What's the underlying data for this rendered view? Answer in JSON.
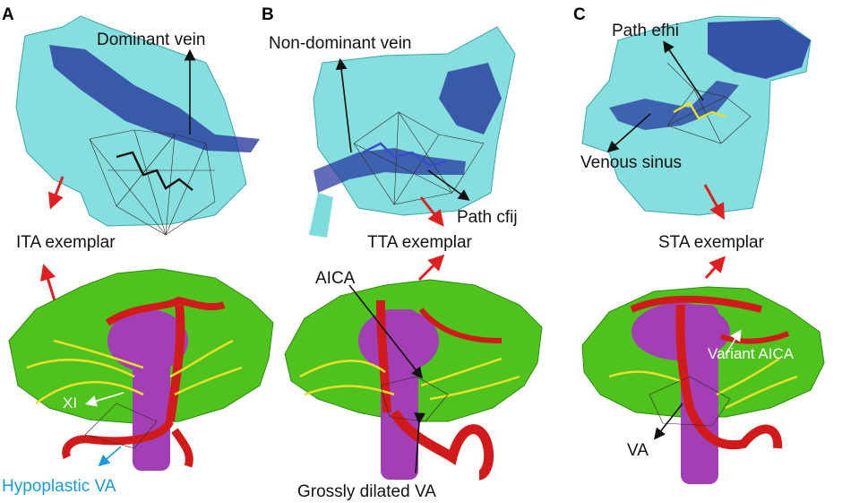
{
  "colors": {
    "cerebellum": "#4fc21e",
    "cerebellum_dark": "#3a9a14",
    "vein_cyan": "#5fd3d3",
    "vein_dark": "#1f2e9a",
    "artery": "#d11a1a",
    "brainstem": "#a23fb5",
    "nerve": "#e8e02a",
    "arrow_red": "#e02020",
    "label_blue": "#1a9bd6"
  },
  "panels": [
    {
      "letter": "A",
      "exemplar": "ITA exemplar",
      "top_labels": [
        "Dominant vein"
      ],
      "bottom_labels": [
        "XI",
        "Hypoplastic VA"
      ]
    },
    {
      "letter": "B",
      "exemplar": "TTA exemplar",
      "top_labels": [
        "Non-dominant vein",
        "Path cfij"
      ],
      "bottom_labels": [
        "AICA",
        "Grossly dilated VA"
      ]
    },
    {
      "letter": "C",
      "exemplar": "STA exemplar",
      "top_labels": [
        "Path efhi",
        "Venous sinus"
      ],
      "bottom_labels": [
        "Variant AICA",
        "VA"
      ]
    }
  ]
}
